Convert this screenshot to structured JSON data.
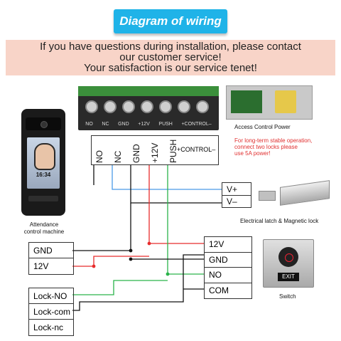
{
  "header": {
    "title": "Diagram of wiring"
  },
  "notice": {
    "line1": "If you have questions during installation, please contact",
    "line2": "our customer service!",
    "line3": "Your satisfaction is our service tenet!"
  },
  "terminal_block": {
    "labels": [
      "NO",
      "NC",
      "GND",
      "+12V",
      "PUSH",
      "+CONTROL–"
    ],
    "vertical_labels": [
      "NO",
      "NC",
      "GND",
      "+12V",
      "PUSH"
    ],
    "control_label": "+CONTROL–"
  },
  "device": {
    "time": "16:34",
    "caption_line1": "Attendance",
    "caption_line2": "control machine"
  },
  "power_supply": {
    "caption": "Access Control Power",
    "note_line1": "For long-term stable operation,",
    "note_line2": "connect two locks please",
    "note_line3": "use 5A power!"
  },
  "lock": {
    "v_plus": "V+",
    "v_minus": "V–",
    "caption": "Electrical latch & Magnetic lock"
  },
  "switch_block": {
    "labels": [
      "12V",
      "GND",
      "NO",
      "COM"
    ],
    "caption": "Switch",
    "exit_label": "EXIT"
  },
  "power_input": {
    "labels": [
      "GND",
      "12V"
    ]
  },
  "lock_out": {
    "labels": [
      "Lock-NO",
      "Lock-com",
      "Lock-nc"
    ]
  },
  "colors": {
    "blue": "#4a9be8",
    "red": "#e82c2c",
    "green": "#2ab34a",
    "black": "#111111"
  }
}
